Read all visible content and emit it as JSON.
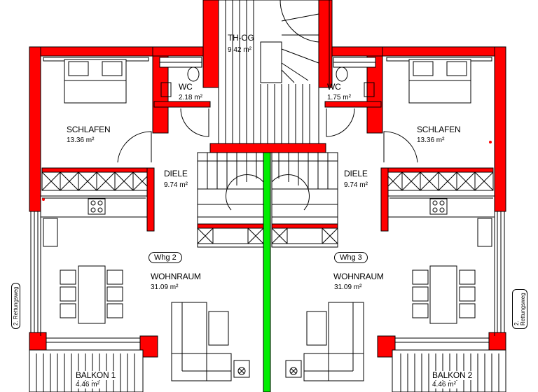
{
  "colors": {
    "wall": "#ff0000",
    "party_wall": "#00e000",
    "line": "#000000"
  },
  "stairwell": {
    "name": "TH-OG",
    "area": "9.42 m²"
  },
  "left": {
    "unit": "Whg 2",
    "wc": {
      "name": "WC",
      "area": "2.18 m²"
    },
    "bedroom": {
      "name": "SCHLAFEN",
      "area": "13.36 m²"
    },
    "hall": {
      "name": "DIELE",
      "area": "9.74 m²"
    },
    "living": {
      "name": "WOHNRAUM",
      "area": "31.09 m²"
    },
    "balcony": {
      "name": "BALKON 1",
      "area": "4.46 m²"
    },
    "escape": "2. Rettungsweg"
  },
  "right": {
    "unit": "Whg 3",
    "wc": {
      "name": "WC",
      "area": "1.75 m²"
    },
    "bedroom": {
      "name": "SCHLAFEN",
      "area": "13.36 m²"
    },
    "hall": {
      "name": "DIELE",
      "area": "9.74 m²"
    },
    "living": {
      "name": "WOHNRAUM",
      "area": "31.09 m²"
    },
    "balcony": {
      "name": "BALKON 2",
      "area": "4.46 m²"
    },
    "escape": "2. Rettungsweg"
  }
}
